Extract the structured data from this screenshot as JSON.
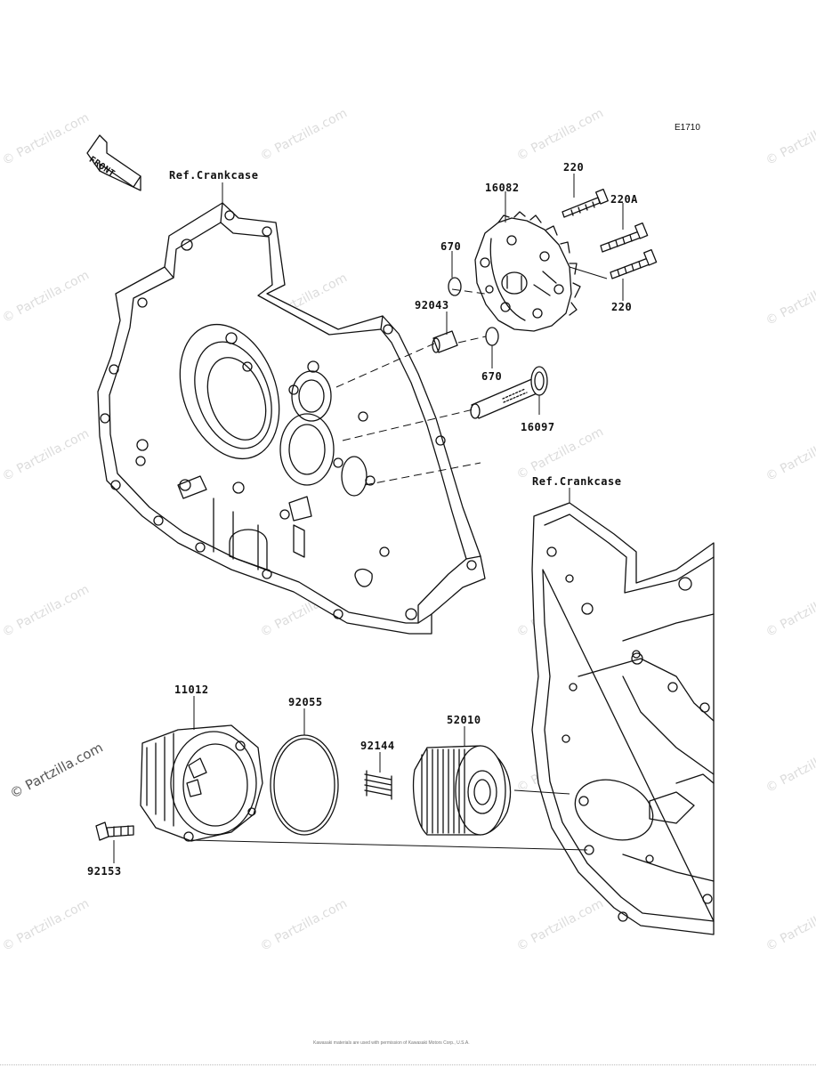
{
  "diagram_code": "E1710",
  "labels": {
    "ref_crankcase_top": "Ref.Crankcase",
    "ref_crankcase_right": "Ref.Crankcase",
    "front_arrow": "FRONT",
    "bolt_220_top": "220",
    "gear_16082": "16082",
    "bolt_220a": "220A",
    "oring_670_top": "670",
    "pin_92043": "92043",
    "bolt_220_bottom": "220",
    "oring_670_bottom": "670",
    "shaft_16097": "16097",
    "cover_11012": "11012",
    "oring_92055": "92055",
    "spring_92144": "92144",
    "filter_52010": "52010",
    "bolt_92153": "92153"
  },
  "watermark": "© Partzilla.com",
  "copyright": "Kawasaki materials are used with permission of Kawasaki Motors Corp., U.S.A.",
  "colors": {
    "line": "#111111",
    "watermark": "#dcdcdc"
  }
}
